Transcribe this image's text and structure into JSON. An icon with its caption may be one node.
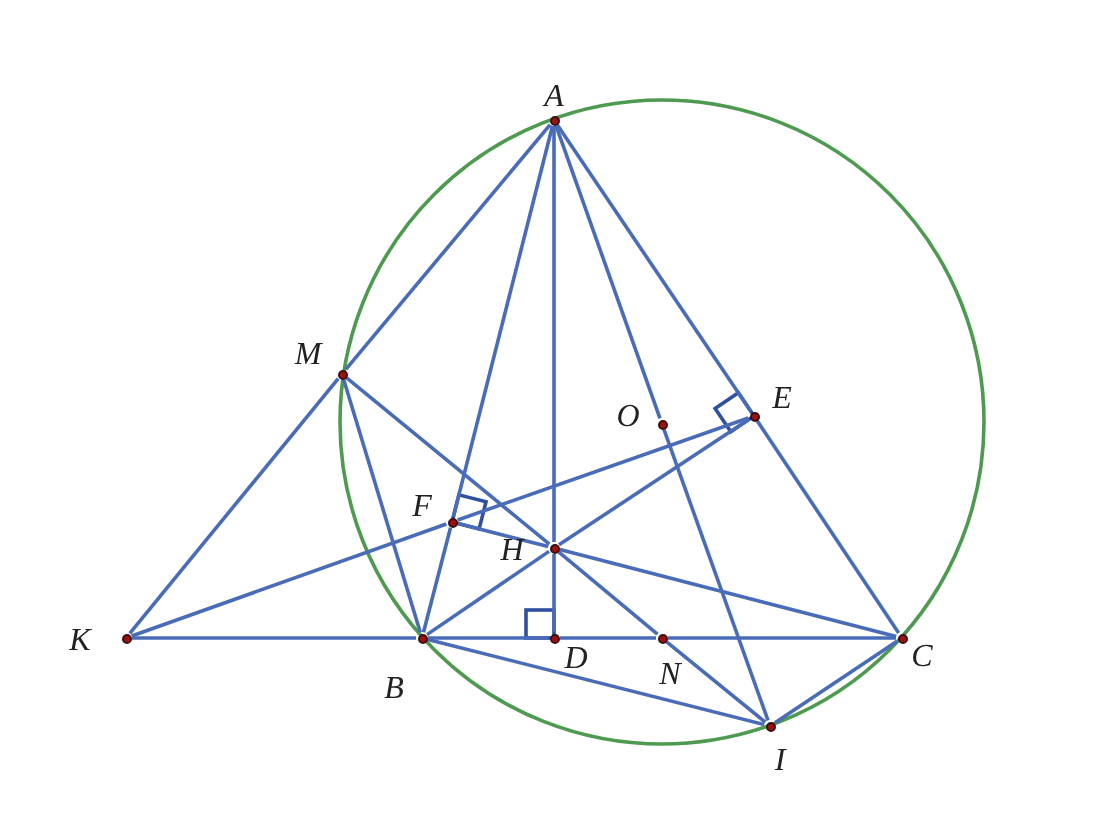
{
  "diagram": {
    "nodes": [
      {
        "text": [],
        "shape": "circle",
        "beside": [
          "A"
        ]
      },
      {
        "text": [],
        "shape": "circle",
        "beside": [
          "M"
        ]
      },
      {
        "text": [],
        "shape": "circle",
        "beside": [
          "E"
        ]
      },
      {
        "text": [],
        "shape": "circle",
        "beside": [
          "O"
        ]
      },
      {
        "text": [],
        "shape": "circle",
        "beside": [
          "F"
        ]
      },
      {
        "text": [],
        "shape": "circle",
        "beside": [
          "H"
        ]
      },
      {
        "text": [],
        "shape": "circle",
        "beside": [
          "K"
        ]
      },
      {
        "text": [],
        "shape": "circle",
        "beside": [
          "B"
        ]
      },
      {
        "text": [],
        "shape": "circle",
        "beside": [
          "D"
        ]
      },
      {
        "text": [],
        "shape": "circle",
        "beside": [
          "N"
        ]
      },
      {
        "text": [],
        "shape": "circle",
        "beside": [
          "C"
        ]
      },
      {
        "text": [],
        "shape": "circle",
        "beside": [
          "I"
        ]
      }
    ],
    "edges": [
      {
        "from": 0,
        "to": 1,
        "arrow": "none"
      },
      {
        "from": 1,
        "to": 6,
        "arrow": "none"
      },
      {
        "from": 0,
        "to": 4,
        "arrow": "none"
      },
      {
        "from": 4,
        "to": 7,
        "arrow": "none"
      },
      {
        "from": 0,
        "to": 5,
        "arrow": "none"
      },
      {
        "from": 5,
        "to": 8,
        "arrow": "none"
      },
      {
        "from": 0,
        "to": 3,
        "arrow": "none"
      },
      {
        "from": 3,
        "to": 11,
        "arrow": "none"
      },
      {
        "from": 0,
        "to": 2,
        "arrow": "none"
      },
      {
        "from": 2,
        "to": 10,
        "arrow": "none"
      },
      {
        "from": 6,
        "to": 4,
        "arrow": "none"
      },
      {
        "from": 4,
        "to": 2,
        "arrow": "none"
      },
      {
        "from": 1,
        "to": 7,
        "arrow": "none"
      },
      {
        "from": 1,
        "to": 5,
        "arrow": "none"
      },
      {
        "from": 5,
        "to": 9,
        "arrow": "none"
      },
      {
        "from": 9,
        "to": 11,
        "arrow": "none"
      },
      {
        "from": 7,
        "to": 5,
        "arrow": "none"
      },
      {
        "from": 5,
        "to": 2,
        "arrow": "none"
      },
      {
        "from": 10,
        "to": 5,
        "arrow": "none"
      },
      {
        "from": 5,
        "to": 4,
        "arrow": "none"
      },
      {
        "from": 6,
        "to": 7,
        "arrow": "none"
      },
      {
        "from": 7,
        "to": 8,
        "arrow": "none"
      },
      {
        "from": 8,
        "to": 9,
        "arrow": "none"
      },
      {
        "from": 9,
        "to": 10,
        "arrow": "none"
      },
      {
        "from": 7,
        "to": 11,
        "arrow": "none"
      },
      {
        "from": 11,
        "to": 10,
        "arrow": "none"
      }
    ]
  }
}
